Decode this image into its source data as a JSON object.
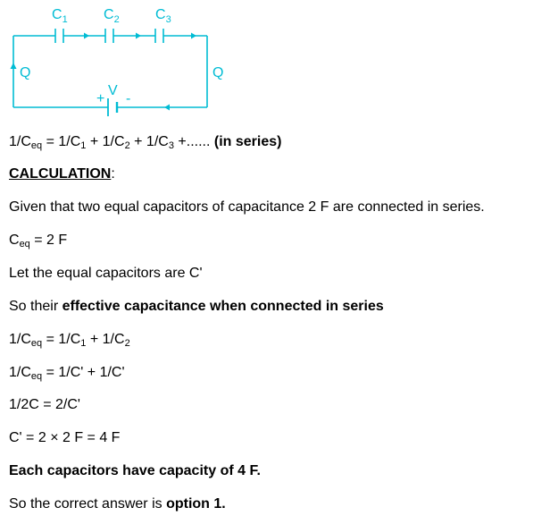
{
  "circuit": {
    "labels": {
      "c1": "C",
      "c1_sub": "1",
      "c2": "C",
      "c2_sub": "2",
      "c3": "C",
      "c3_sub": "3",
      "q_left": "Q",
      "q_right": "Q",
      "v": "V",
      "plus": "+",
      "minus": "-"
    },
    "colors": {
      "wire": "#00bcd4",
      "text": "#00bcd4"
    }
  },
  "formula_series": {
    "lhs": "1/C",
    "lhs_sub": "eq",
    "rhs_a": " = 1/C",
    "sub1": "1",
    "rhs_b": " + 1/C",
    "sub2": "2",
    "rhs_c": " + 1/C",
    "sub3": "3",
    "rhs_d": " +...... ",
    "bold_tail": "(in series)"
  },
  "heading": {
    "text": "CALCULATION",
    "colon": ":"
  },
  "given": "Given that two equal capacitors of capacitance 2 F are connected in series.",
  "ceq": {
    "pre": "C",
    "sub": "eq",
    "post": " = 2 F"
  },
  "let_line": "Let the equal capacitors are C'",
  "effective": {
    "pre": "So their ",
    "bold": "effective capacitance when connected in series"
  },
  "eq1": {
    "lhs": "1/C",
    "lhs_sub": "eq",
    "a": " = 1/C",
    "sub1": "1",
    "b": " + 1/C",
    "sub2": "2"
  },
  "eq2": {
    "lhs": "1/C",
    "lhs_sub": "eq",
    "rest": " = 1/C' + 1/C'"
  },
  "eq3": "1/2C = 2/C'",
  "eq4": "C' = 2 × 2 F = 4 F",
  "each_line": "Each capacitors have capacity of 4 F.",
  "answer": {
    "pre": "So the correct answer is ",
    "bold": "option 1."
  }
}
